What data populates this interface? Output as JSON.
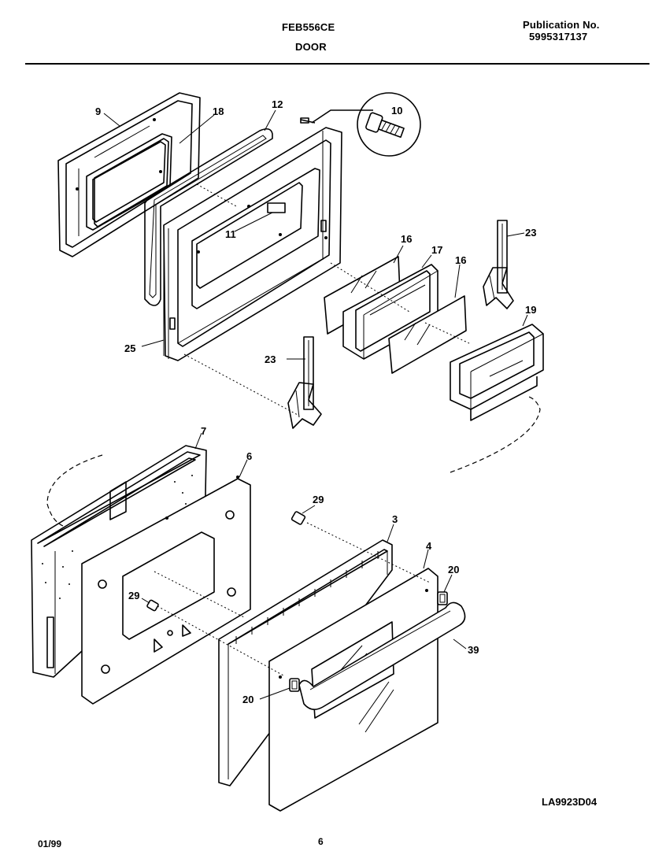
{
  "header": {
    "model": "FEB556CE",
    "section": "DOOR",
    "publication_label": "Publication No.",
    "publication_number": "5995317137"
  },
  "footer": {
    "date": "01/99",
    "page": "6",
    "diagram_code": "LA9923D04"
  },
  "parts": {
    "p9": "9",
    "p18": "18",
    "p12": "12",
    "p10": "10",
    "p11": "11",
    "p16a": "16",
    "p17": "17",
    "p16b": "16",
    "p23a": "23",
    "p23b": "23",
    "p19": "19",
    "p25": "25",
    "p7": "7",
    "p6": "6",
    "p29a": "29",
    "p3": "3",
    "p4": "4",
    "p20a": "20",
    "p29b": "29",
    "p39": "39",
    "p20b": "20"
  }
}
